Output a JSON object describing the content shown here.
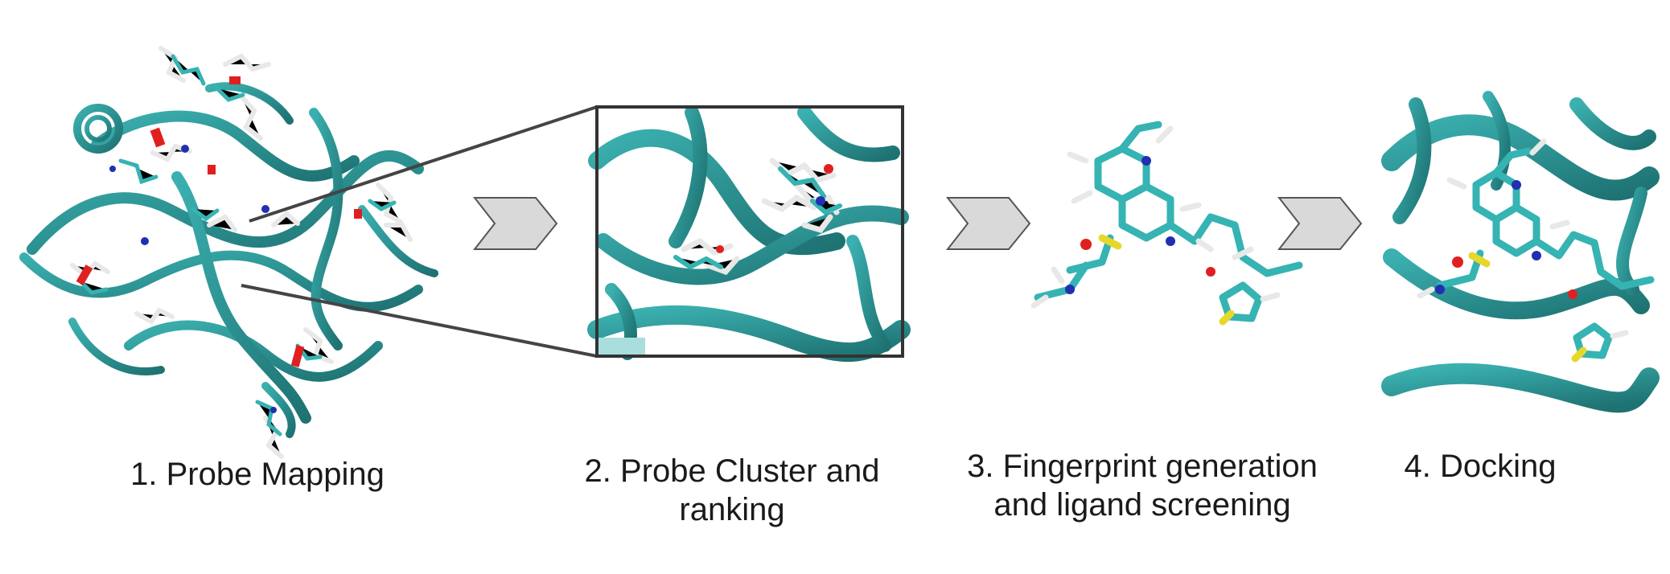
{
  "steps": [
    {
      "number": "1.",
      "lines": [
        "Probe Mapping"
      ]
    },
    {
      "number": "2.",
      "lines": [
        "Probe Cluster and",
        "ranking"
      ]
    },
    {
      "number": "3.",
      "lines": [
        "Fingerprint generation",
        "and ligand screening"
      ]
    },
    {
      "number": "4.",
      "lines": [
        "Docking"
      ]
    }
  ],
  "colors": {
    "ribbon": "#2f9d9d",
    "ribbon_dark": "#1f6f70",
    "carbon": "#36b3b3",
    "hydrogen": "#e8e8e8",
    "oxygen": "#e02020",
    "nitrogen": "#2030b0",
    "sulfur": "#e6d82a",
    "arrow_fill": "#d9d9d9",
    "arrow_stroke": "#555555",
    "zoom_frame": "#333333"
  },
  "icons": [
    "chevron-arrow-icon",
    "zoom-lines"
  ]
}
